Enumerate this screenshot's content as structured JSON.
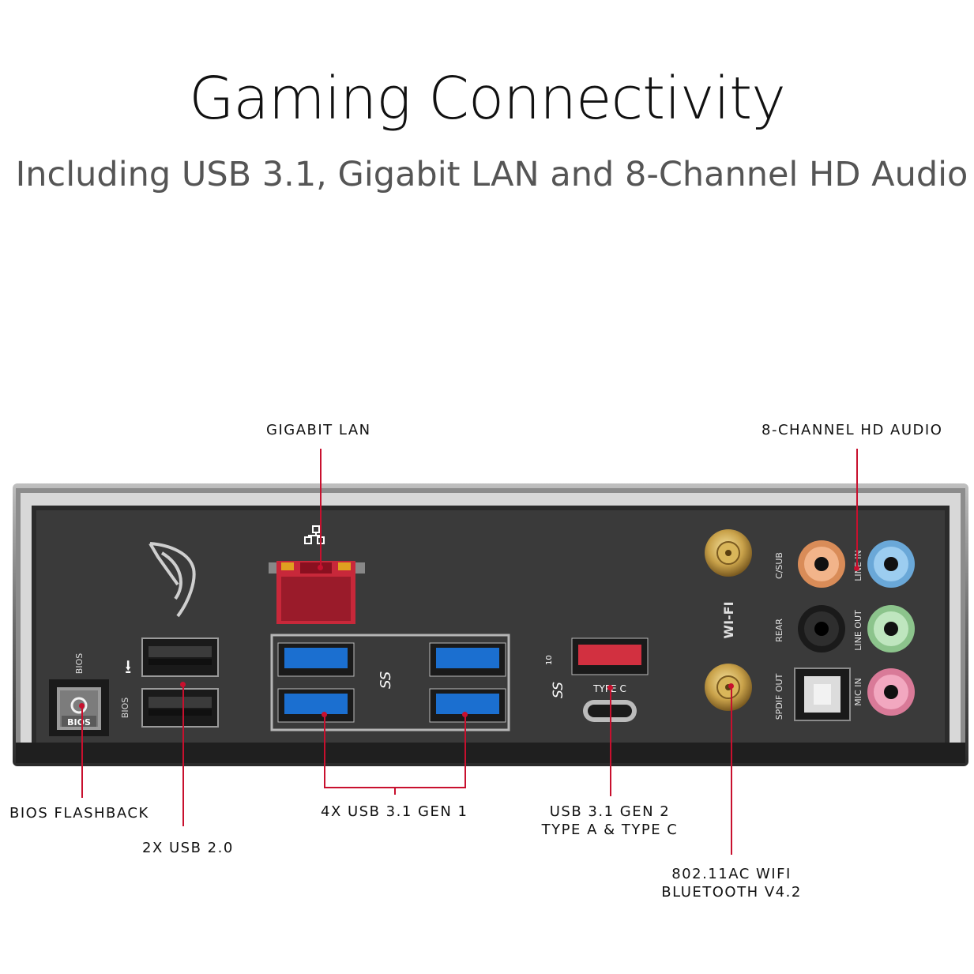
{
  "header": {
    "title": "Gaming Connectivity",
    "subtitle": "Including USB 3.1, Gigabit LAN and 8-Channel HD Audio"
  },
  "callouts": {
    "lan": "GIGABIT LAN",
    "audio": "8-CHANNEL HD AUDIO",
    "bios": "BIOS FLASHBACK",
    "usb2": "2X USB 2.0",
    "usb31g1": "4X USB 3.1 GEN 1",
    "usb31g2_line1": "USB 3.1 GEN 2",
    "usb31g2_line2": "TYPE A & TYPE C",
    "wifi_line1": "802.11AC WIFI",
    "wifi_line2": "BLUETOOTH V4.2"
  },
  "panel_labels": {
    "bios_top": "BIOS",
    "bios_button": "BIOS",
    "bios_side": "BIOS",
    "wifi": "WI-FI",
    "type_c": "TYPE C",
    "ss": "SS",
    "ss10": "10",
    "csub": "C/SUB",
    "rear": "REAR",
    "spdif": "SPDIF OUT",
    "line_in": "LINE IN",
    "line_out": "LINE OUT",
    "mic_in": "MIC IN"
  },
  "colors": {
    "accent_red": "#c8102e",
    "usb3_blue": "#1b6fd0",
    "audio_orange": "#e8a070",
    "audio_blue": "#7ab8e8",
    "audio_green": "#a8d8a8",
    "audio_pink": "#e89ab0"
  }
}
